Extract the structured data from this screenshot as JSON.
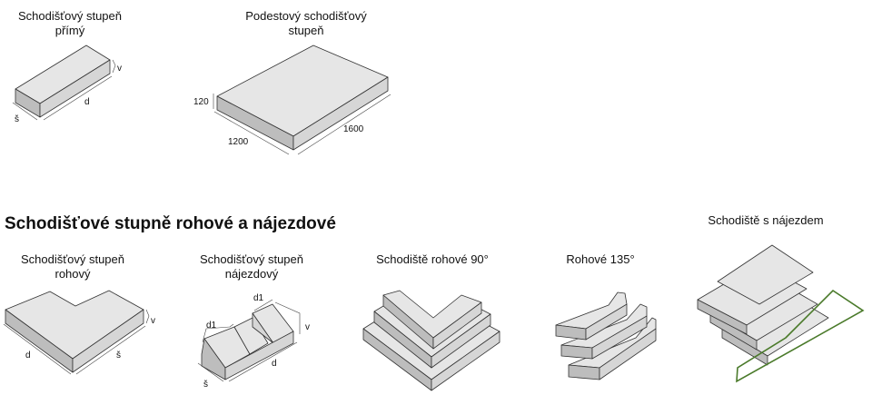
{
  "items": [
    {
      "title_line1": "Schodišťový stupeň",
      "title_line2": "přímý",
      "labels": {
        "v": "v",
        "d": "d",
        "s": "š"
      }
    },
    {
      "title_line1": "Podestový schodišťový",
      "title_line2": "stupeň",
      "labels": {
        "height": "120",
        "width": "1200",
        "length": "1600"
      }
    }
  ],
  "section_heading": "Schodišťové stupně rohové a nájezdové",
  "corner": {
    "title_line1": "Schodišťový stupeň",
    "title_line2": "rohový",
    "labels": {
      "v": "v",
      "d": "d",
      "s": "š"
    }
  },
  "ramp": {
    "title_line1": "Schodišťový stupeň",
    "title_line2": "nájezdový",
    "labels": {
      "d1a": "d1",
      "d1b": "d1",
      "v": "v",
      "d": "d",
      "s": "š"
    }
  },
  "stair90": {
    "title": "Schodiště rohové 90°"
  },
  "stair135": {
    "title": "Rohové 135°"
  },
  "stairRamp": {
    "title": "Schodiště s nájezdem",
    "outline_color": "#4a7a2a"
  }
}
